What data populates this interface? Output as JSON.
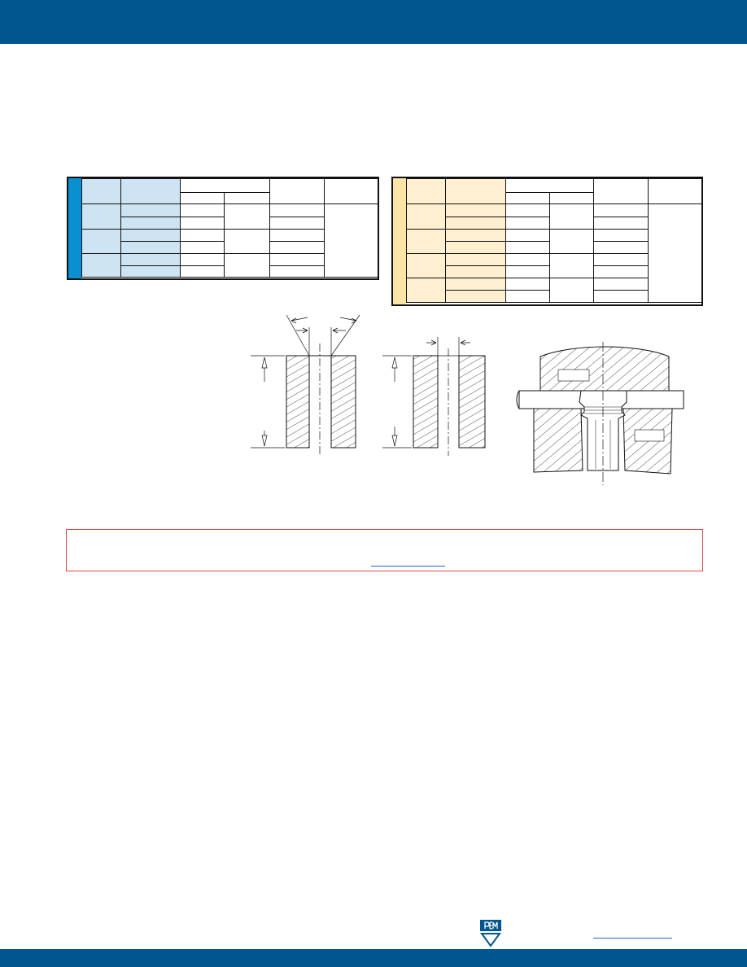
{
  "header": {
    "band_color": "#00568e"
  },
  "metric_table": {
    "accent_color": "#0a8fd1",
    "tint_color": "#cfe4f3"
  },
  "inch_table": {
    "accent_color": "#fde5a8",
    "tint_color": "#fdefcf"
  },
  "drawings": {
    "hole_preparation": "hatched-hole-section-with-countersink",
    "hole_straight": "hatched-hole-section-straight",
    "installation": "installation-press-section"
  },
  "notice": {
    "border_color": "#d84a4a",
    "link_text": ""
  },
  "footer": {
    "logo_icon": "pem-logo-icon",
    "link_text": "",
    "band_color": "#00568e"
  }
}
